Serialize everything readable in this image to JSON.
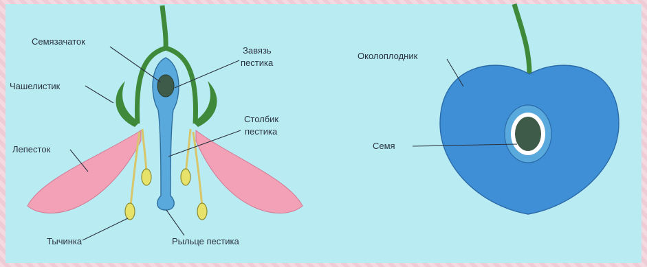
{
  "labels": {
    "ovule": "Семязачаток",
    "ovary_line1": "Завязь",
    "ovary_line2": "пестика",
    "sepal": "Чашелистик",
    "style_line1": "Столбик",
    "style_line2": "пестика",
    "petal": "Лепесток",
    "stamen": "Тычинка",
    "stigma": "Рыльце пестика",
    "pericarp": "Околоплодник",
    "seed": "Семя"
  },
  "colors": {
    "background": "#b9ebf3",
    "stem": "#3f8a3a",
    "pistil": "#5aa9dc",
    "petal": "#f3a1b6",
    "anther": "#e7e36a",
    "fruit": "#3f8fd6",
    "seed": "#3e5a48"
  }
}
